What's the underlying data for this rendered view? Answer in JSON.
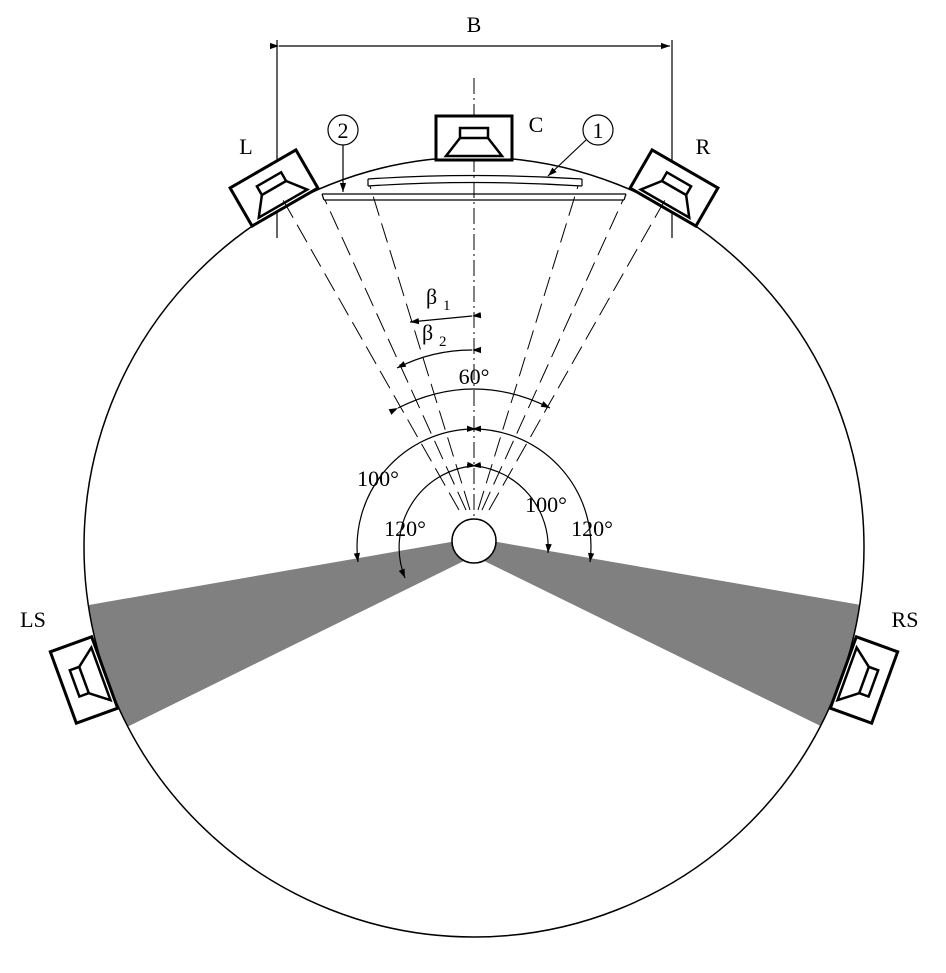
{
  "diagram": {
    "width_label": "B",
    "speakers": {
      "left": "L",
      "center": "C",
      "right": "R",
      "left_surround": "LS",
      "right_surround": "RS"
    },
    "callouts": {
      "screen_1": "1",
      "screen_2": "2"
    },
    "angles": {
      "beta1": "β",
      "beta1_sub": "1",
      "beta2": "β",
      "beta2_sub": "2",
      "front": "60°",
      "left_100": "100°",
      "right_100": "100°",
      "left_120": "120°",
      "right_120": "120°"
    },
    "colors": {
      "ink": "#000000",
      "surround_zone": "#808080",
      "background": "#ffffff"
    }
  }
}
